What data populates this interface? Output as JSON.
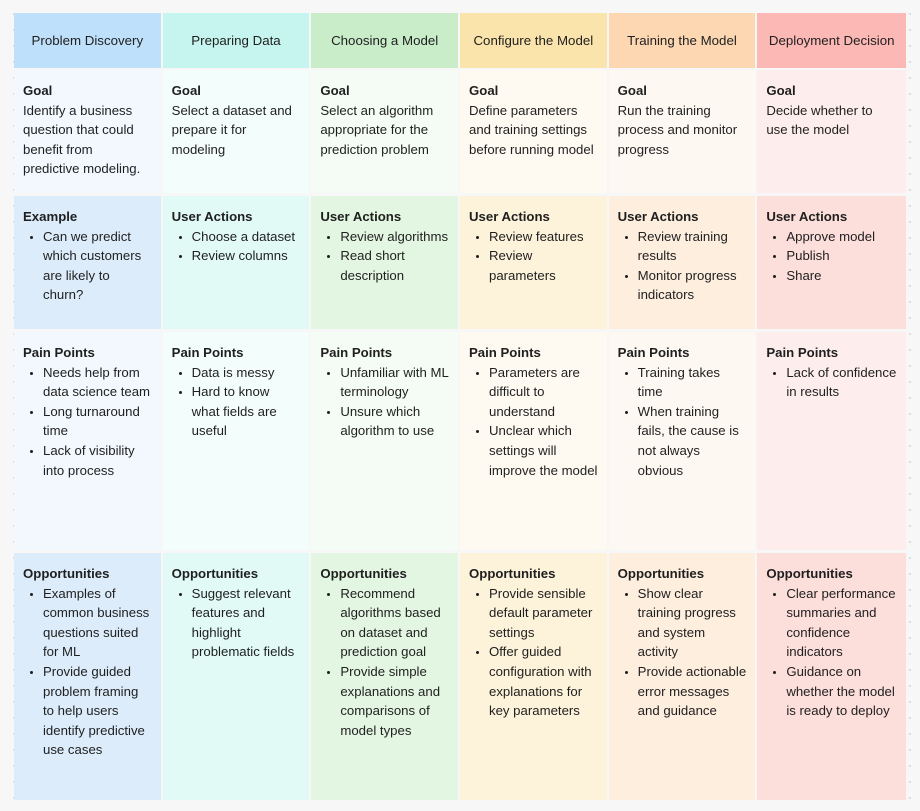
{
  "board": {
    "type": "journey-map",
    "stages": [
      {
        "name": "Problem Discovery",
        "header_color": "#bfe0fb",
        "row_colors": [
          "#f2f8fe",
          "#dcecfb",
          "#f2f8fe",
          "#dcecfb"
        ],
        "rows": [
          {
            "label": "Goal",
            "text": "Identify a business question that could benefit from predictive modeling.",
            "items": []
          },
          {
            "label": "Example",
            "text": "",
            "items": [
              "Can we predict which customers are likely to churn?"
            ]
          },
          {
            "label": "Pain Points",
            "text": "",
            "items": [
              "Needs help from data science team",
              "Long turnaround time",
              "Lack of visibility into process"
            ]
          },
          {
            "label": "Opportunities",
            "text": "",
            "items": [
              "Examples of common business questions suited for ML",
              "Provide guided problem framing to help users identify predictive use cases"
            ]
          }
        ]
      },
      {
        "name": "Preparing Data",
        "header_color": "#c6f5ef",
        "row_colors": [
          "#f3fdfc",
          "#e1faf6",
          "#f3fdfc",
          "#e1faf6"
        ],
        "rows": [
          {
            "label": "Goal",
            "text": "Select a dataset and prepare it for modeling",
            "items": []
          },
          {
            "label": "User Actions",
            "text": "",
            "items": [
              "Choose a dataset",
              "Review columns"
            ]
          },
          {
            "label": "Pain Points",
            "text": "",
            "items": [
              "Data is messy",
              "Hard to know what fields are useful"
            ]
          },
          {
            "label": "Opportunities",
            "text": "",
            "items": [
              "Suggest relevant features and highlight problematic fields"
            ]
          }
        ]
      },
      {
        "name": "Choosing a Model",
        "header_color": "#c9ecc9",
        "row_colors": [
          "#f5fcf5",
          "#e3f6e2",
          "#f5fcf5",
          "#e3f6e2"
        ],
        "rows": [
          {
            "label": "Goal",
            "text": "Select an algorithm appropriate for the prediction problem",
            "items": []
          },
          {
            "label": "User Actions",
            "text": "",
            "items": [
              "Review algorithms",
              "Read short description"
            ]
          },
          {
            "label": "Pain Points",
            "text": "",
            "items": [
              "Unfamiliar with ML terminology",
              "Unsure which algorithm to use"
            ]
          },
          {
            "label": "Opportunities",
            "text": "",
            "items": [
              "Recommend algorithms based on dataset and prediction goal",
              "Provide simple explanations and comparisons of model types"
            ]
          }
        ]
      },
      {
        "name": "Configure the Model",
        "header_color": "#fbe4ab",
        "row_colors": [
          "#fefaf1",
          "#fdf2da",
          "#fefaf1",
          "#fdf2da"
        ],
        "rows": [
          {
            "label": "Goal",
            "text": "Define parameters and training settings before running model",
            "items": []
          },
          {
            "label": "User Actions",
            "text": "",
            "items": [
              "Review features",
              "Review parameters"
            ]
          },
          {
            "label": "Pain Points",
            "text": "",
            "items": [
              "Parameters are difficult to understand",
              "Unclear which settings will improve the model"
            ]
          },
          {
            "label": "Opportunities",
            "text": "",
            "items": [
              "Provide sensible default parameter settings",
              "Offer guided configuration with explanations for key parameters"
            ]
          }
        ]
      },
      {
        "name": "Training the Model",
        "header_color": "#fcd7b2",
        "row_colors": [
          "#fef8f2",
          "#fdeede",
          "#fef8f2",
          "#fdeede"
        ],
        "rows": [
          {
            "label": "Goal",
            "text": "Run the training process and monitor progress",
            "items": []
          },
          {
            "label": "User Actions",
            "text": "",
            "items": [
              "Review training results",
              "Monitor progress indicators"
            ]
          },
          {
            "label": "Pain Points",
            "text": "",
            "items": [
              "Training takes time",
              "When training fails, the cause is not always obvious"
            ]
          },
          {
            "label": "Opportunities",
            "text": "",
            "items": [
              "Show clear training progress and system activity",
              "Provide actionable error messages and guidance"
            ]
          }
        ]
      },
      {
        "name": "Deployment Decision",
        "header_color": "#fcb8b4",
        "row_colors": [
          "#fdeeed",
          "#fcdedb",
          "#fdeeed",
          "#fcdedb"
        ],
        "rows": [
          {
            "label": "Goal",
            "text": "Decide whether to use the model",
            "items": []
          },
          {
            "label": "User Actions",
            "text": "",
            "items": [
              "Approve model",
              "Publish",
              "Share"
            ]
          },
          {
            "label": "Pain Points",
            "text": "",
            "items": [
              "Lack of confidence in results"
            ]
          },
          {
            "label": "Opportunities",
            "text": "",
            "items": [
              "Clear performance summaries and confidence indicators",
              "Guidance on whether the model is ready to deploy"
            ]
          }
        ]
      }
    ]
  }
}
